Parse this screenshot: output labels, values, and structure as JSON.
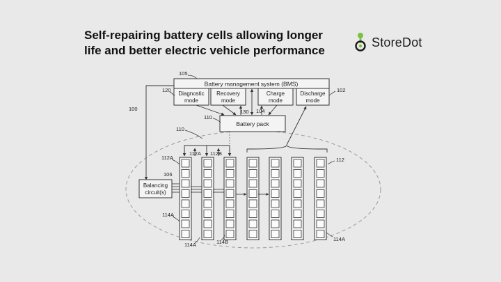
{
  "title": {
    "line1": "Self-repairing battery cells allowing longer",
    "line2": "life and better electric vehicle performance"
  },
  "brand": {
    "name": "StoreDot",
    "icon": "storedot-logo-icon",
    "accent": "#7ac143"
  },
  "diagram": {
    "bms": {
      "label": "Battery management system (BMS)",
      "ref": "105"
    },
    "modes": [
      {
        "l1": "Diagnostic",
        "l2": "mode",
        "ref": "120"
      },
      {
        "l1": "Recovery",
        "l2": "mode",
        "ref": ""
      },
      {
        "l1": "Charge",
        "l2": "mode",
        "ref": ""
      },
      {
        "l1": "Discharge",
        "l2": "mode",
        "ref": "102"
      }
    ],
    "battery_pack": {
      "label": "Battery pack",
      "ref": "110"
    },
    "balancing": {
      "l1": "Balancing",
      "l2": "circuit(s)",
      "ref": "106"
    },
    "refs": {
      "r100": "100",
      "r130": "130",
      "r104": "104",
      "r110b": "110",
      "r112a_top": "112A",
      "r112a_mid": "112A",
      "r112b": "112B",
      "r112": "112",
      "r114a_left": "114A",
      "r114a_bottom": "114A",
      "r114b": "114B",
      "r114a_right": "114A"
    }
  }
}
